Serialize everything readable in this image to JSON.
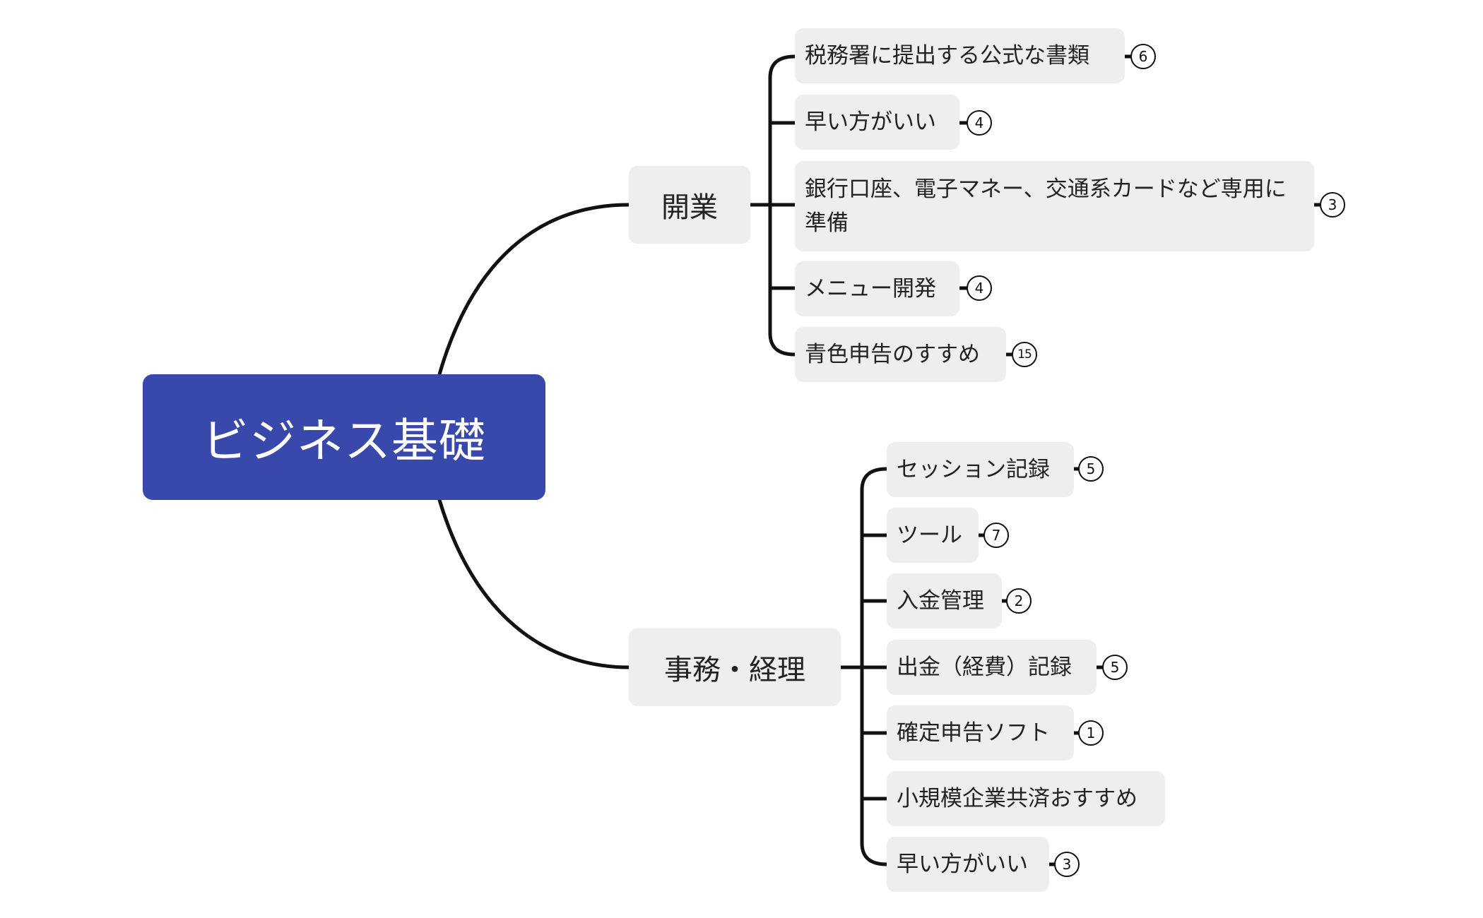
{
  "root": {
    "label": "ビジネス基礎"
  },
  "branches": [
    {
      "label": "開業",
      "children": [
        {
          "label": "税務署に提出する公式な書類",
          "count": "6"
        },
        {
          "label": "早い方がいい",
          "count": "4"
        },
        {
          "label": "銀行口座、電子マネー、交通系カードなど専用に準備",
          "count": "3"
        },
        {
          "label": "メニュー開発",
          "count": "4"
        },
        {
          "label": "青色申告のすすめ",
          "count": "15"
        }
      ]
    },
    {
      "label": "事務・経理",
      "children": [
        {
          "label": "セッション記録",
          "count": "5"
        },
        {
          "label": "ツール",
          "count": "7"
        },
        {
          "label": "入金管理",
          "count": "2"
        },
        {
          "label": "出金（経費）記録",
          "count": "5"
        },
        {
          "label": "確定申告ソフト",
          "count": "1"
        },
        {
          "label": "小規模企業共済おすすめ",
          "count": ""
        },
        {
          "label": "早い方がいい",
          "count": "3"
        }
      ]
    }
  ],
  "colors": {
    "root": "#3949AB",
    "node": "#EEEEEE",
    "line": "#111111"
  }
}
